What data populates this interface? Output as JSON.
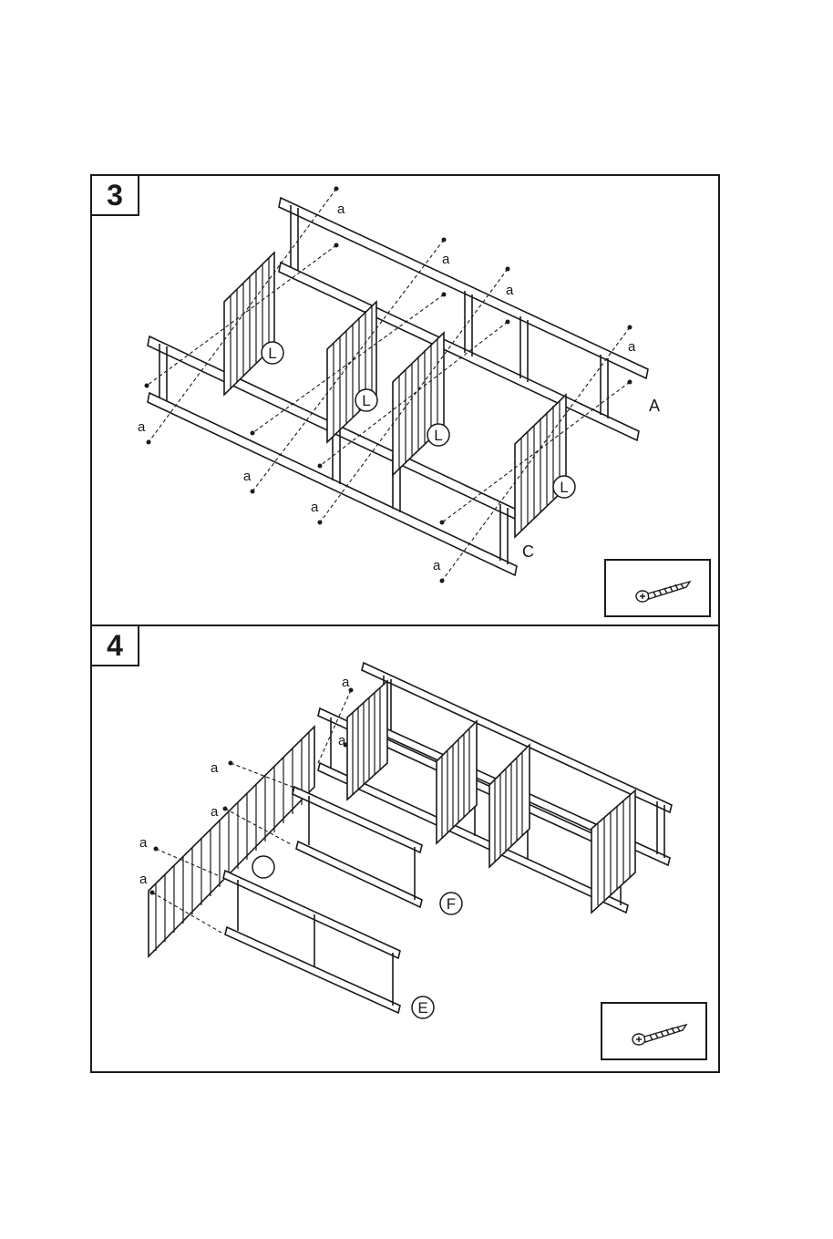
{
  "steps": [
    {
      "number": "3",
      "hardware_label": "a",
      "part_labels": {
        "panel": "L",
        "rail_a": "A",
        "rail_c": "C"
      }
    },
    {
      "number": "4",
      "hardware_label": "a",
      "part_labels": {
        "frame_f": "F",
        "frame_e": "E"
      }
    }
  ],
  "icons": {
    "hardware": "wood-screw-icon"
  },
  "colors": {
    "line": "#1a1a1a",
    "background": "#ffffff"
  }
}
